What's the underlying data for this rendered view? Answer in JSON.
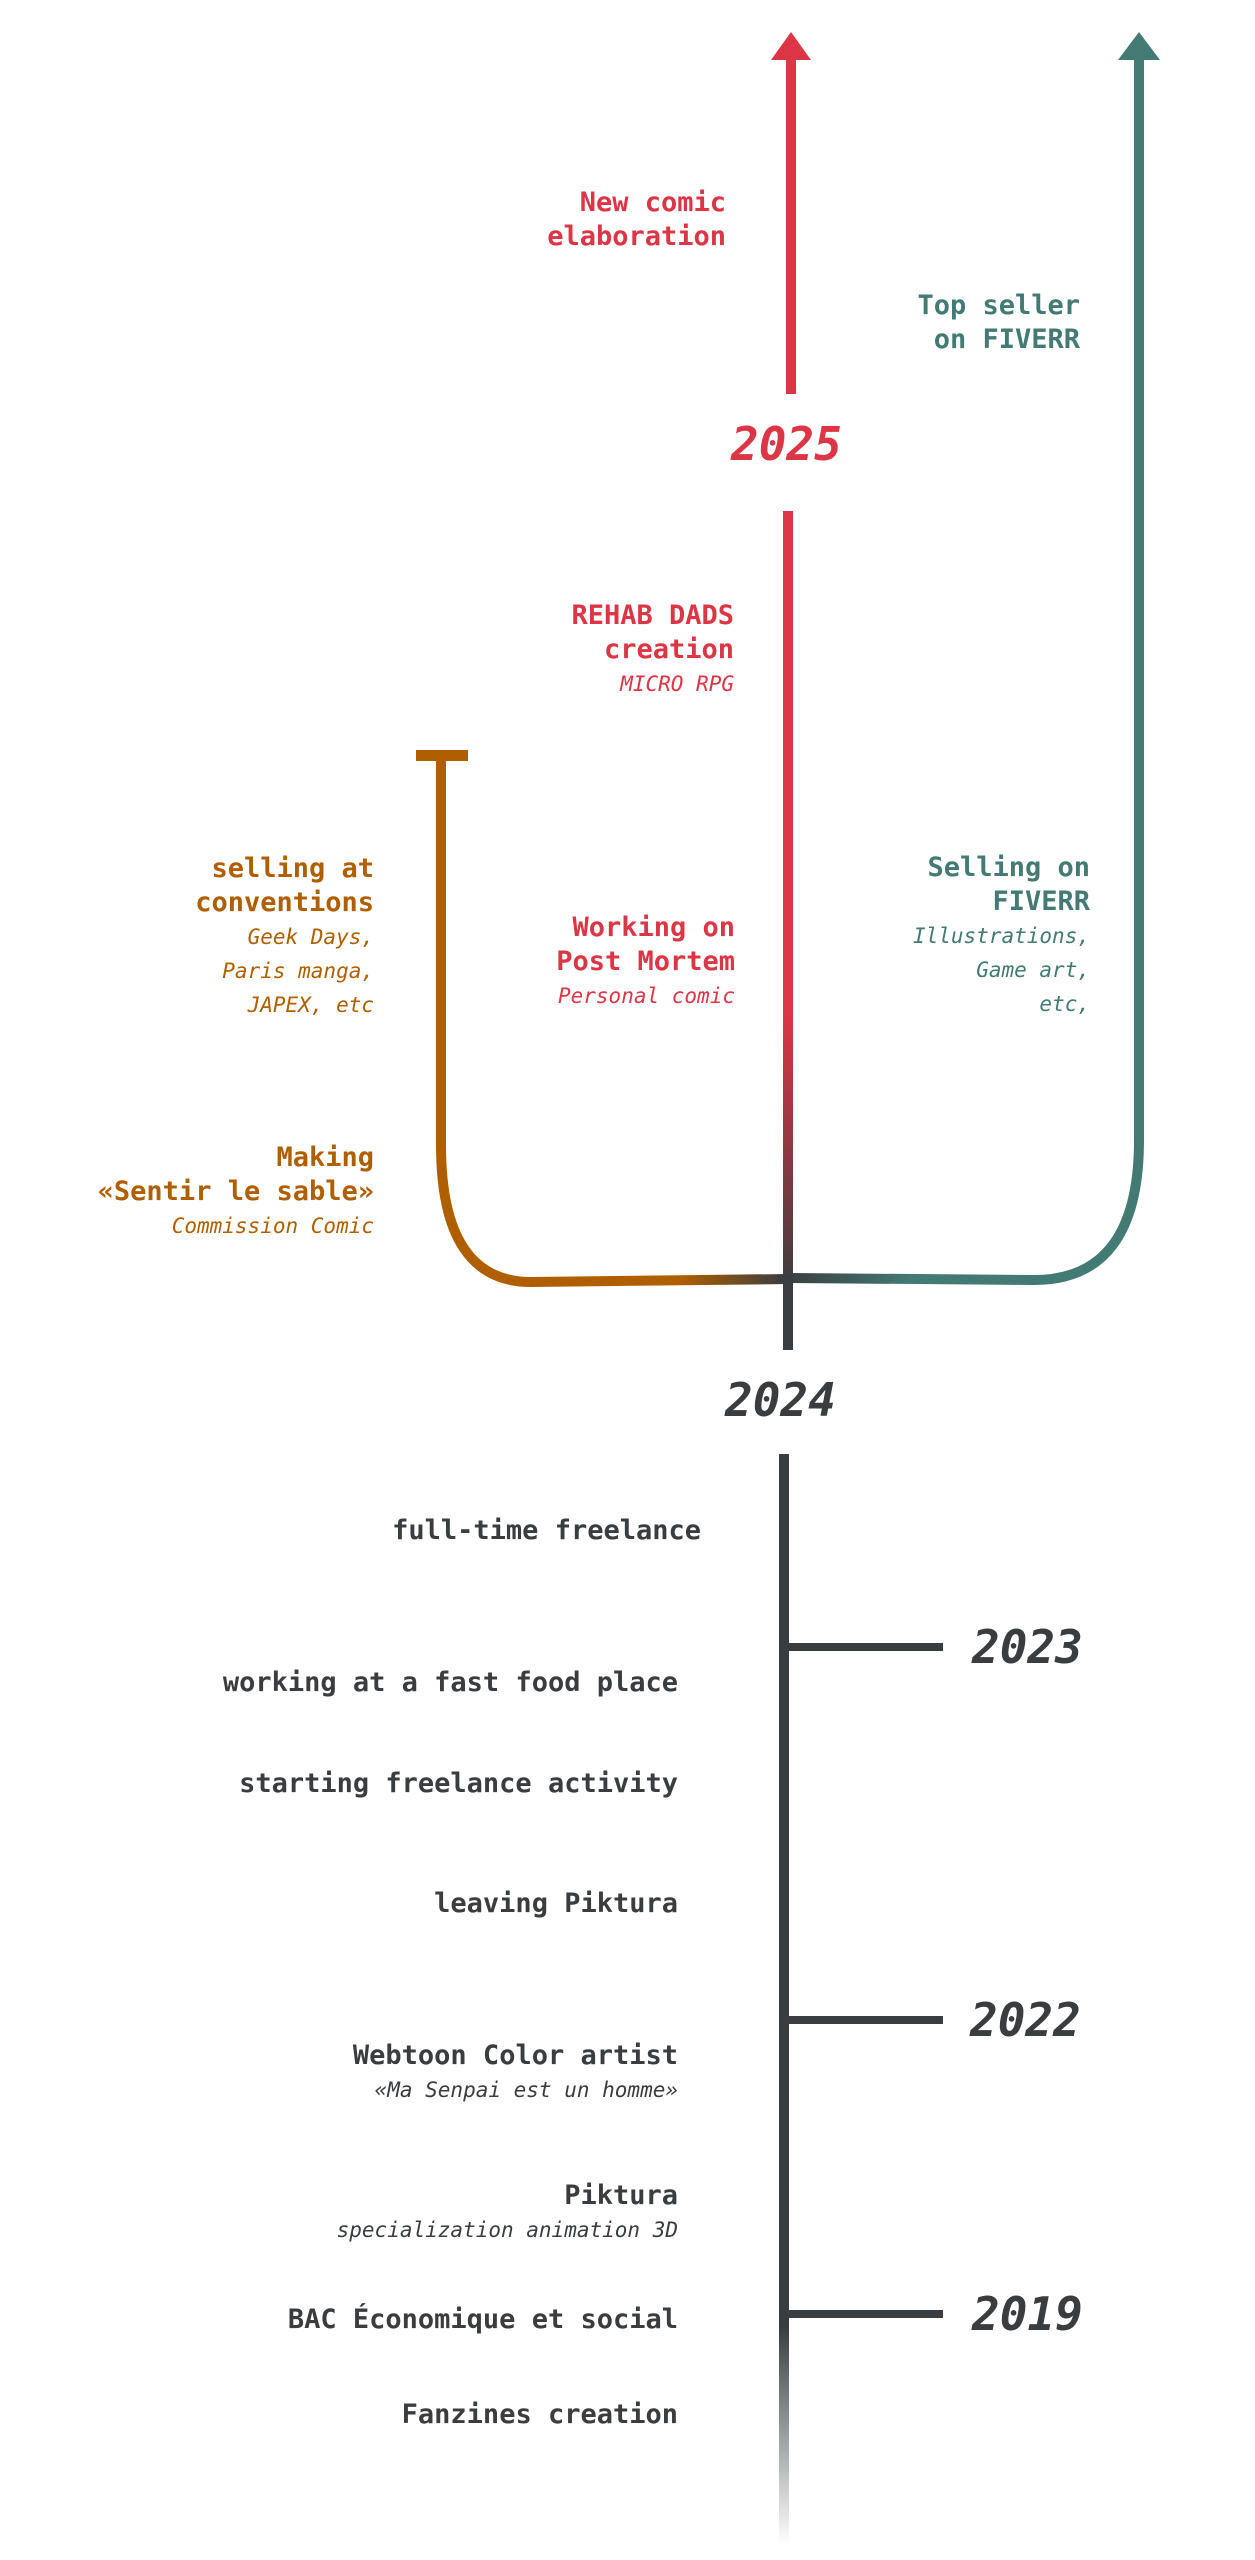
{
  "colors": {
    "red": "#dc3545",
    "teal": "#437a73",
    "orange": "#b05f00",
    "dark": "#3a3d3f"
  },
  "years": {
    "y2025": "2025",
    "y2024": "2024",
    "y2023": "2023",
    "y2022": "2022",
    "y2019": "2019"
  },
  "red_branch": {
    "new_comic": [
      "New comic",
      "elaboration"
    ],
    "rehab": {
      "title": [
        "REHAB DADS",
        "creation"
      ],
      "sub": "MICRO RPG"
    },
    "post_mortem": {
      "title": [
        "Working on",
        "Post Mortem"
      ],
      "sub": "Personal comic"
    }
  },
  "teal_branch": {
    "top_seller": [
      "Top seller",
      "on FIVERR"
    ],
    "selling": {
      "title": [
        "Selling on",
        "FIVERR"
      ],
      "sub": [
        "Illustrations,",
        "Game art,",
        "etc,"
      ]
    }
  },
  "orange_branch": {
    "conventions": {
      "title": [
        "selling at",
        "conventions"
      ],
      "sub": [
        "Geek Days,",
        "Paris manga,",
        "JAPEX, etc"
      ]
    },
    "making": {
      "title": [
        "Making",
        "«Sentir le sable»"
      ],
      "sub": "Commission Comic"
    }
  },
  "past": [
    {
      "title": "full-time freelance"
    },
    {
      "title": "working at a fast food place"
    },
    {
      "title": "starting freelance activity"
    },
    {
      "title": "leaving Piktura"
    },
    {
      "title": "Webtoon Color artist",
      "sub": "«Ma Senpai est un homme»"
    },
    {
      "title": "Piktura",
      "sub": "specialization animation 3D"
    },
    {
      "title": "BAC Économique et social"
    },
    {
      "title": "Fanzines creation"
    }
  ]
}
